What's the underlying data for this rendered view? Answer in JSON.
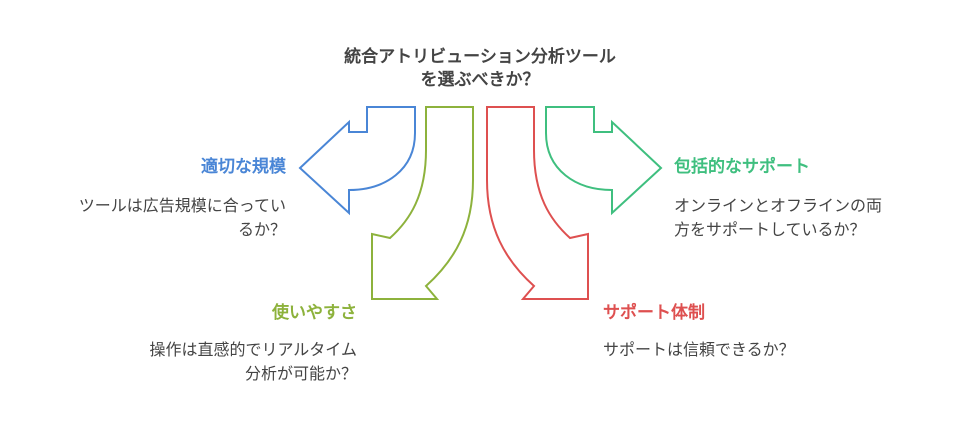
{
  "title": {
    "line1": "統合アトリビューション分析ツール",
    "line2": "を選ぶべきか？"
  },
  "colors": {
    "blue": "#4a86d6",
    "green": "#8db23c",
    "red": "#de5050",
    "teal": "#3fbf7f",
    "text": "#444444"
  },
  "criteria": [
    {
      "heading": "適切な規模",
      "desc_line1": "ツールは広告規模に合ってい",
      "desc_line2": "るか？"
    },
    {
      "heading": "使いやすさ",
      "desc_line1": "操作は直感的でリアルタイム",
      "desc_line2": "分析が可能か？"
    },
    {
      "heading": "サポート体制",
      "desc_line1": "サポートは信頼できるか？"
    },
    {
      "heading": "包括的なサポート",
      "desc_line1": "オンラインとオフラインの両",
      "desc_line2": "方をサポートしているか？"
    }
  ]
}
